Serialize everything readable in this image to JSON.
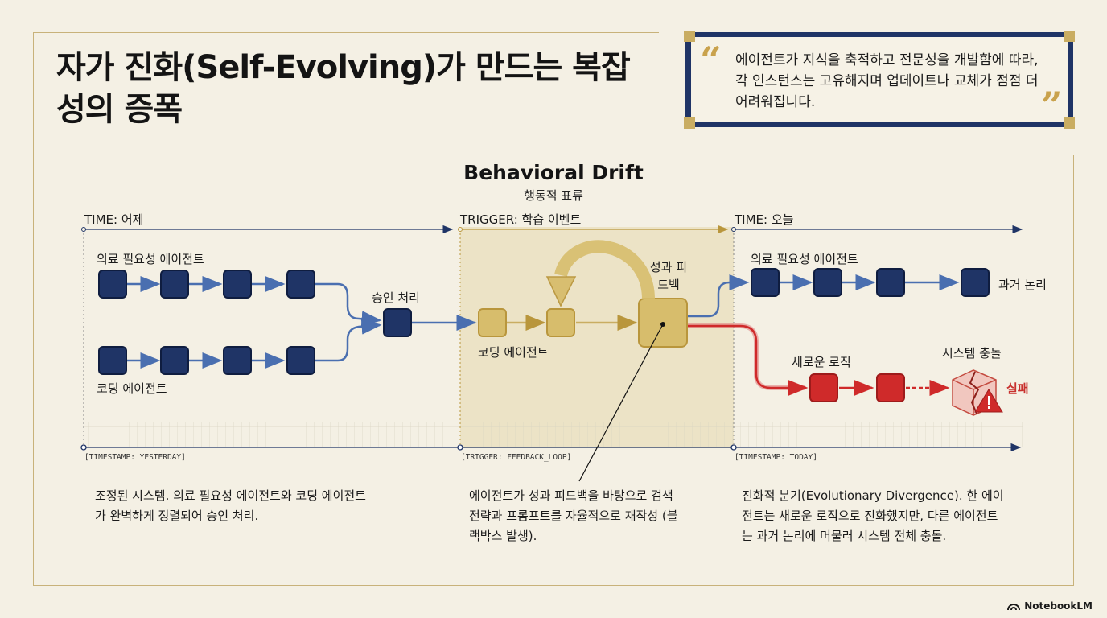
{
  "title": "자가 진화(Self-Evolving)가 만드는 복잡성의 증폭",
  "quote": {
    "text": "에이전트가 지식을 축적하고 전문성을 개발함에 따라, 각 인스턴스는 고유해지며 업데이트나 교체가 점점 더 어려워집니다.",
    "open_mark": "“",
    "close_mark": "”"
  },
  "diagram": {
    "title": "Behavioral Drift",
    "subtitle": "행동적 표류",
    "phases": {
      "yesterday": "TIME: 어제",
      "trigger": "TRIGGER: 학습 이벤트",
      "today": "TIME: 오늘"
    },
    "labels": {
      "medical_agent_left": "의료 필요성 에이전트",
      "coding_agent_left": "코딩 에이전트",
      "approval": "승인 처리",
      "coding_agent_mid": "코딩 에이전트",
      "feedback": "성과 피드백",
      "medical_agent_right": "의료 필요성 에이전트",
      "past_logic": "과거 논리",
      "new_logic": "새로운 로직",
      "system_conflict": "시스템 충돌",
      "failure": "실패"
    },
    "timestamps": {
      "yesterday": "[TIMESTAMP: YESTERDAY]",
      "trigger": "[TRIGGER: FEEDBACK_LOOP]",
      "today": "[TIMESTAMP: TODAY]"
    },
    "descriptions": {
      "yesterday": "조정된 시스템. 의료 필요성 에이전트와 코딩 에이전트가 완벽하게 정렬되어 승인 처리.",
      "trigger": "에이전트가 성과 피드백을 바탕으로 검색 전략과 프롬프트를 자율적으로 재작성 (블랙박스 발생).",
      "today": "진화적 분기(Evolutionary Divergence). 한 에이전트는 새로운 로직으로 진화했지만, 다른 에이전트는 과거 논리에 머물러 시스템 전체 충돌."
    }
  },
  "colors": {
    "navy": "#1f3466",
    "gold": "#d7bd6c",
    "red": "#cf2a2a",
    "background": "#f4f0e4"
  },
  "brand": "NotebookLM"
}
